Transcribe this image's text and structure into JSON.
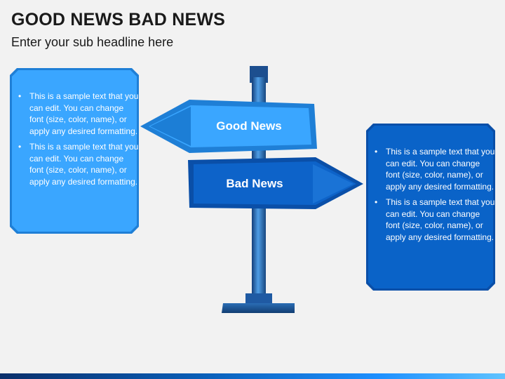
{
  "title": "GOOD NEWS BAD NEWS",
  "subtitle": "Enter your sub headline here",
  "signs": {
    "good": "Good News",
    "bad": "Bad News"
  },
  "left_box": {
    "bullets": [
      "This is a sample text that you can edit. You can change font (size, color, name), or apply any desired formatting.",
      "This is a sample text that you can edit. You can change font (size, color, name), or apply any desired formatting."
    ]
  },
  "right_box": {
    "bullets": [
      "This is a sample text that you can edit. You can change font (size, color, name), or apply any desired formatting.",
      "This is a sample text that you can edit. You can change font (size, color, name), or apply any desired formatting."
    ]
  },
  "colors": {
    "light_blue": "#3aa6ff",
    "dark_blue": "#0a63c8",
    "pole": "#2f79c8"
  }
}
